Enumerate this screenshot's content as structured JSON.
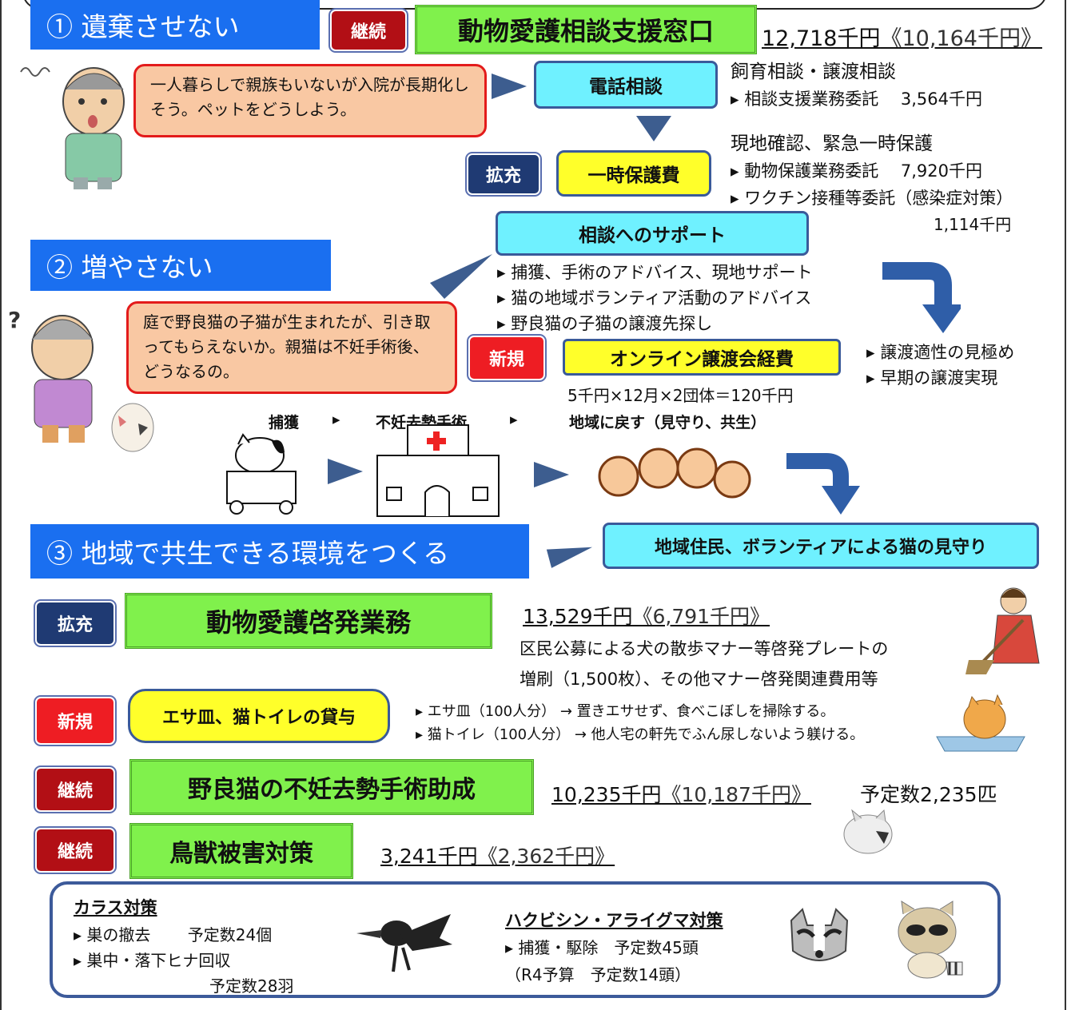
{
  "s1": {
    "title": "① 遺棄させない",
    "badge": "継続",
    "program": "動物愛護相談支援窓口",
    "amount": "12,718千円",
    "prev": "《10,164千円》",
    "speech": "一人暮らしで親族もいないが入院が長期化しそう。ペットをどうしよう。",
    "phone_box": "電話相談",
    "phone_desc1": "飼育相談・譲渡相談",
    "phone_desc2": "▸ 相談支援業務委託　 3,564千円",
    "expand_badge": "拡充",
    "shelter_box": "一時保護費",
    "shelter_head": "現地確認、緊急一時保護",
    "shelter_item1": "▸ 動物保護業務委託　 7,920千円",
    "shelter_item2": "▸ ワクチン接種等委託（感染症対策）",
    "shelter_amount2": "1,114千円"
  },
  "s2": {
    "title": "② 増やさない",
    "support_box": "相談へのサポート",
    "support_items": [
      "▸ 捕獲、手術のアドバイス、現地サポート",
      "▸ 猫の地域ボランティア活動のアドバイス",
      "▸ 野良猫の子猫の譲渡先探し"
    ],
    "speech": "庭で野良猫の子猫が生まれたが、引き取ってもらえないか。親猫は不妊手術後、どうなるの。",
    "new_badge": "新規",
    "online_box": "オンライン譲渡会経費",
    "online_calc": "5千円×12月×2団体＝120千円",
    "right_items": [
      "▸ 譲渡適性の見極め",
      "▸ 早期の譲渡実現"
    ],
    "flow": [
      "捕獲",
      "▸",
      "不妊去勢手術",
      "▸",
      "地域に戻す（見守り、共生）"
    ]
  },
  "s3": {
    "title": "③ 地域で共生できる環境をつくる",
    "watch_box": "地域住民、ボランティアによる猫の見守り",
    "edu_badge": "拡充",
    "edu_program": "動物愛護啓発業務",
    "edu_amount": "13,529千円",
    "edu_prev": "《6,791千円》",
    "edu_desc1": "区民公募による犬の散歩マナー等啓発プレートの",
    "edu_desc2": "増刷（1,500枚）、その他マナー啓発関連費用等",
    "lend_badge": "新規",
    "lend_program": "エサ皿、猫トイレの貸与",
    "lend_item1": "▸ エサ皿（100人分） → 置きエサせず、食べこぼしを掃除する。",
    "lend_item2": "▸ 猫トイレ（100人分） → 他人宅の軒先でふん尿しないよう躾ける。",
    "spay_badge": "継続",
    "spay_program": "野良猫の不妊去勢手術助成",
    "spay_amount": "10,235千円",
    "spay_prev": "《10,187千円》",
    "spay_count": "予定数2,235匹",
    "bird_badge": "継続",
    "bird_program": "鳥獣被害対策",
    "bird_amount": "3,241千円",
    "bird_prev": "《2,362千円》"
  },
  "bottom": {
    "crow_title": "カラス対策",
    "crow_item1": "▸ 巣の撤去　　 予定数24個",
    "crow_item2": "▸ 巣中・落下ヒナ回収",
    "crow_item2_count": "予定数28羽",
    "hakubi_title": "ハクビシン・アライグマ対策",
    "hakubi_item1": "▸ 捕獲・駆除　予定数45頭",
    "hakubi_item2": "（R4予算　予定数14頭）"
  },
  "colors": {
    "section_blue": "#1a6ff0",
    "green": "#80f14c",
    "cyan": "#6ff1ff",
    "yellow": "#ffff2a",
    "speech": "#f9c8a3",
    "badge_red": "#b20f15",
    "badge_navy": "#1f3a73",
    "arrow": "#3d5d8f"
  }
}
